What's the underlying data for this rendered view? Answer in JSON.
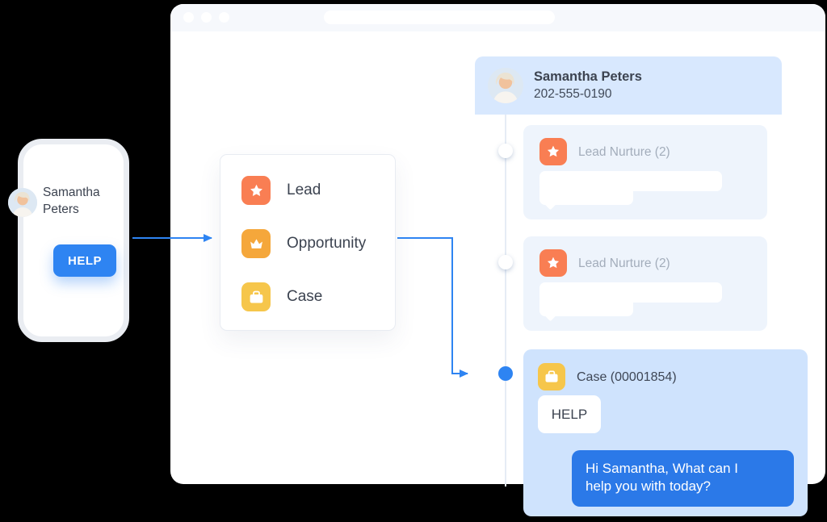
{
  "colors": {
    "accent_blue": "#2E84F2",
    "reply_bubble_blue": "#2B79E8",
    "lead_orange": "#F97E53",
    "opportunity_amber": "#F5A73B",
    "case_yellow": "#F6C64B",
    "contact_header_band": "#D8E8FE",
    "timeline_card_bg": "#EEF4FC",
    "case_card_bg": "#CFE3FD"
  },
  "phone": {
    "contact_name": "Samantha Peters",
    "help_button_label": "HELP",
    "avatar": "woman-avatar"
  },
  "menu": {
    "items": [
      {
        "label": "Lead",
        "icon": "star-icon"
      },
      {
        "label": "Opportunity",
        "icon": "crown-icon"
      },
      {
        "label": "Case",
        "icon": "briefcase-icon"
      }
    ]
  },
  "browser": {
    "contact_header": {
      "name": "Samantha Peters",
      "phone_number": "202-555-0190",
      "avatar": "woman-avatar"
    },
    "timeline": [
      {
        "title": "Lead Nurture (2)",
        "icon": "star-icon"
      },
      {
        "title": "Lead Nurture (2)",
        "icon": "star-icon"
      },
      {
        "title": "Case (00001854)",
        "icon": "briefcase-icon",
        "received_message": "HELP",
        "reply_lines": [
          "Hi Samantha, What can I",
          "help you with today?"
        ]
      }
    ]
  }
}
